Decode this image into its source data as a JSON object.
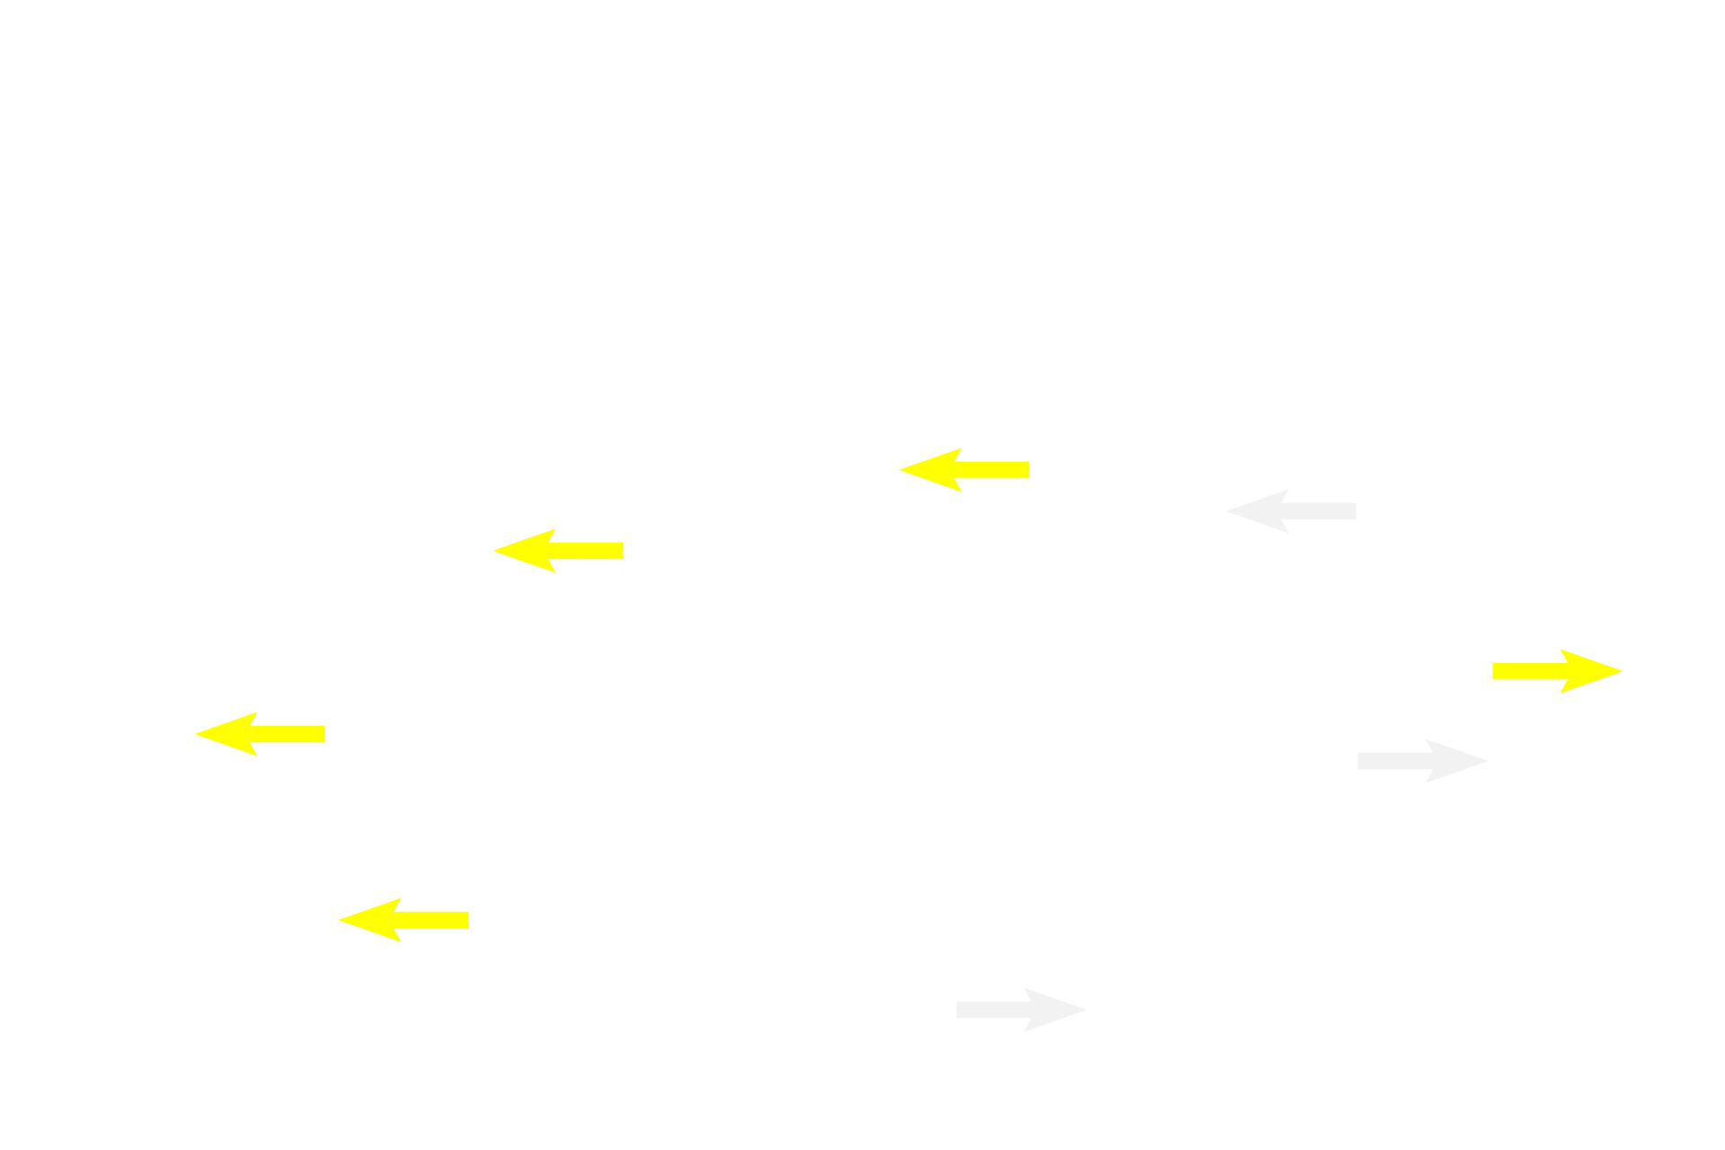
{
  "background_color": "#ffffff",
  "colors": {
    "yellow": "#ffff00",
    "gray": "#f2f2f2"
  },
  "arrows": [
    {
      "icon": "arrow-left-icon",
      "direction": "left",
      "color": "#ffff00"
    },
    {
      "icon": "arrow-left-icon",
      "direction": "left",
      "color": "#f2f2f2"
    },
    {
      "icon": "arrow-left-icon",
      "direction": "left",
      "color": "#ffff00"
    },
    {
      "icon": "arrow-right-icon",
      "direction": "right",
      "color": "#ffff00"
    },
    {
      "icon": "arrow-left-icon",
      "direction": "left",
      "color": "#ffff00"
    },
    {
      "icon": "arrow-right-icon",
      "direction": "right",
      "color": "#f2f2f2"
    },
    {
      "icon": "arrow-left-icon",
      "direction": "left",
      "color": "#ffff00"
    },
    {
      "icon": "arrow-right-icon",
      "direction": "right",
      "color": "#f2f2f2"
    }
  ]
}
